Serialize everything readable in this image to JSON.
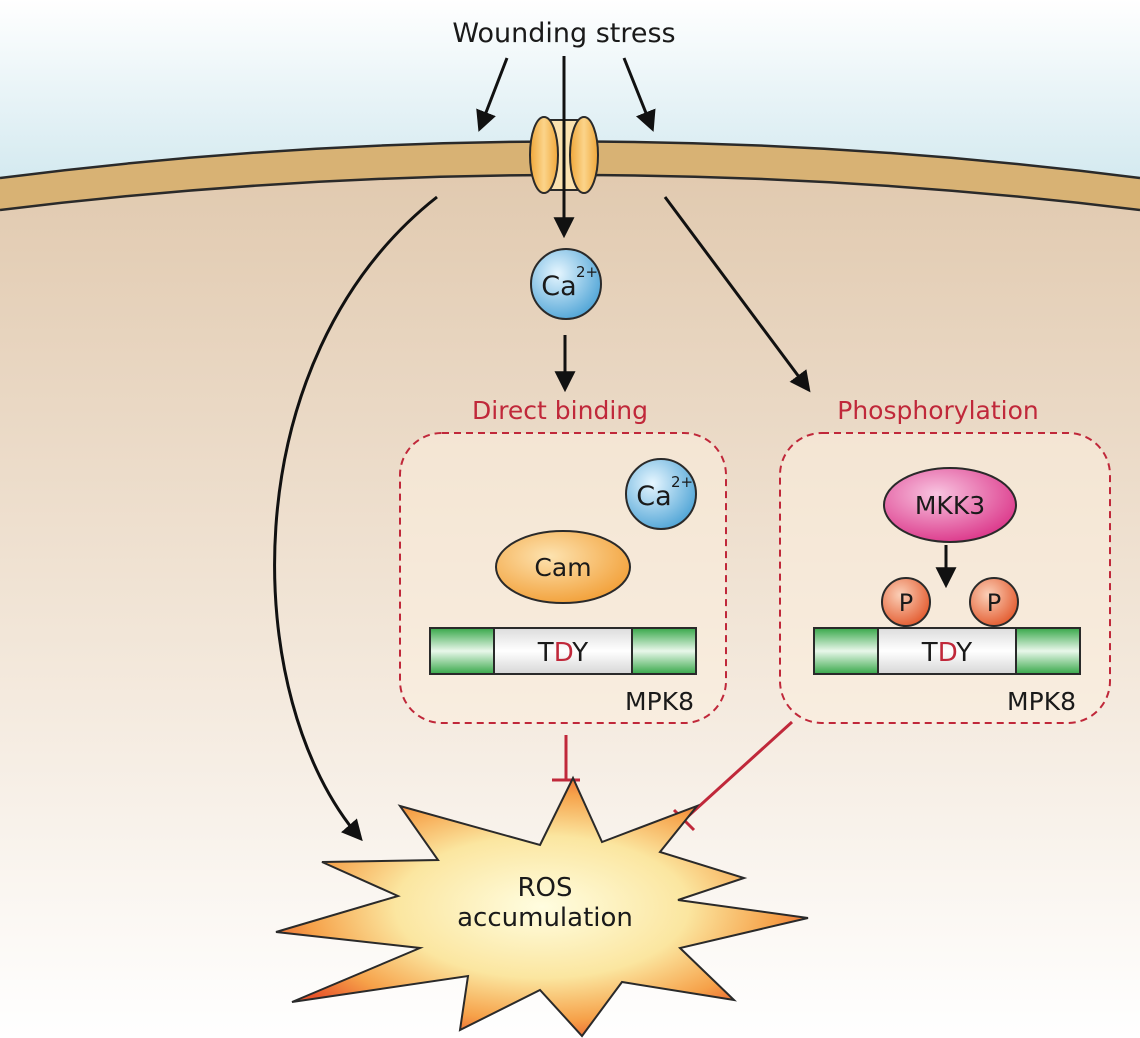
{
  "stimulus": {
    "label": "Wounding stress"
  },
  "calcium": {
    "base": "Ca",
    "charge": "2+"
  },
  "direct_binding": {
    "title": "Direct binding",
    "partner": "Cam",
    "motif": {
      "first": "T",
      "middle": "D",
      "last": "Y"
    },
    "kinase": "MPK8"
  },
  "phosphorylation": {
    "title": "Phosphorylation",
    "upstream_kinase": "MKK3",
    "phospho_label": "P",
    "motif": {
      "first": "T",
      "middle": "D",
      "last": "Y"
    },
    "kinase": "MPK8"
  },
  "outcome": {
    "line1": "ROS",
    "line2": "accumulation"
  },
  "colors": {
    "activation_arrow": "#111111",
    "inhibition": "#c0283a",
    "membrane": "#d8b274",
    "cytoplasm_top": "#e2ccb2",
    "box_border": "#c0283a",
    "calcium": "#5ab0dd",
    "cam": "#f2a33a",
    "mkk3": "#dc2f86",
    "phospho": "#e8663a",
    "kinase_green": "#3aa84a",
    "burst_outer": "#e8662a",
    "burst_inner": "#fffbd6"
  }
}
